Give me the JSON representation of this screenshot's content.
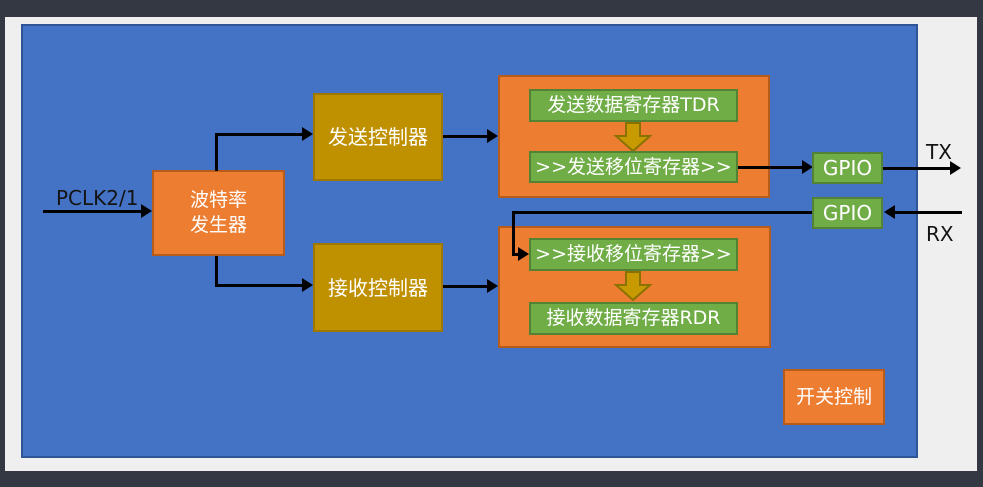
{
  "labels": {
    "pclk": "PCLK2/1",
    "tx": "TX",
    "rx": "RX"
  },
  "blocks": {
    "baud_generator": {
      "line1": "波特率",
      "line2": "发生器"
    },
    "tx_controller": "发送控制器",
    "rx_controller": "接收控制器",
    "tdr": "发送数据寄存器TDR",
    "tx_shift": ">>发送移位寄存器>>",
    "rx_shift": ">>接收移位寄存器>>",
    "rdr": "接收数据寄存器RDR",
    "gpio_tx": "GPIO",
    "gpio_rx": "GPIO",
    "switch_control": "开关控制"
  },
  "colors": {
    "frame_dark": "#333842",
    "panel_light": "#efefef",
    "diagram_blue": "#4472c4",
    "diagram_blue_border": "#2f5597",
    "orange": "#ed7d31",
    "orange_border": "#b85c1c",
    "dark_yellow": "#bf9000",
    "green": "#70ad47",
    "green_border": "#548235",
    "wire_black": "#000000",
    "arrow_gold_fill": "#c79a02",
    "arrow_gold_stroke": "#8a7100",
    "label_text": "#141414",
    "box_text": "#ffffff"
  }
}
